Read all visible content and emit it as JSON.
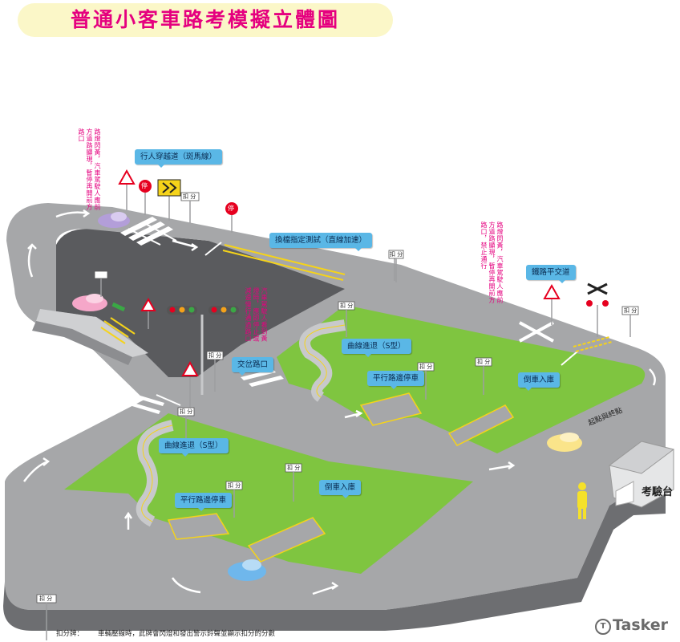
{
  "title": "普通小客車路考模擬立體圖",
  "callouts": {
    "crosswalk": "行人穿越道（斑馬線）",
    "lane_fixed": "換檔指定測試（直線加速）",
    "rail_crossing": "鐵路平交道",
    "intersection": "交岔路口",
    "curve_upper": "曲線進退（S型）",
    "curve_lower": "曲線進退（S型）",
    "parallel_upper": "平行路邊停車",
    "parallel_lower": "平行路邊停車",
    "reverse_upper": "倒車入庫",
    "reverse_lower": "倒車入庫"
  },
  "notes": {
    "left_note": "路燈閃黃，汽車駕駛人應前方道路顯現，暫停再開前方路口",
    "right_note": "路燈閃黃，汽車駕駛人應前方道路顯現，暫停再開前方路口，禁止通行",
    "mid_note": "汽車駕駛人看到黃燈時，應即停止或減速慢行通過路口"
  },
  "labels": {
    "start_end": "起點與終點",
    "booth": "考驗台",
    "deduct": "扣 分",
    "stop_sign": "停"
  },
  "legend": {
    "key": "扣分牌：",
    "text": "車輛壓線時，此牌會閃燈和發出警示鈴聲並顯示扣分的分數"
  },
  "watermark": "Tasker",
  "colors": {
    "title": "#e5007f",
    "title_bg": "#fbf7c8",
    "road": "#a6a7a9",
    "grass": "#7fc540",
    "callout": "#5ab7e6",
    "stop": "#e6001f"
  }
}
